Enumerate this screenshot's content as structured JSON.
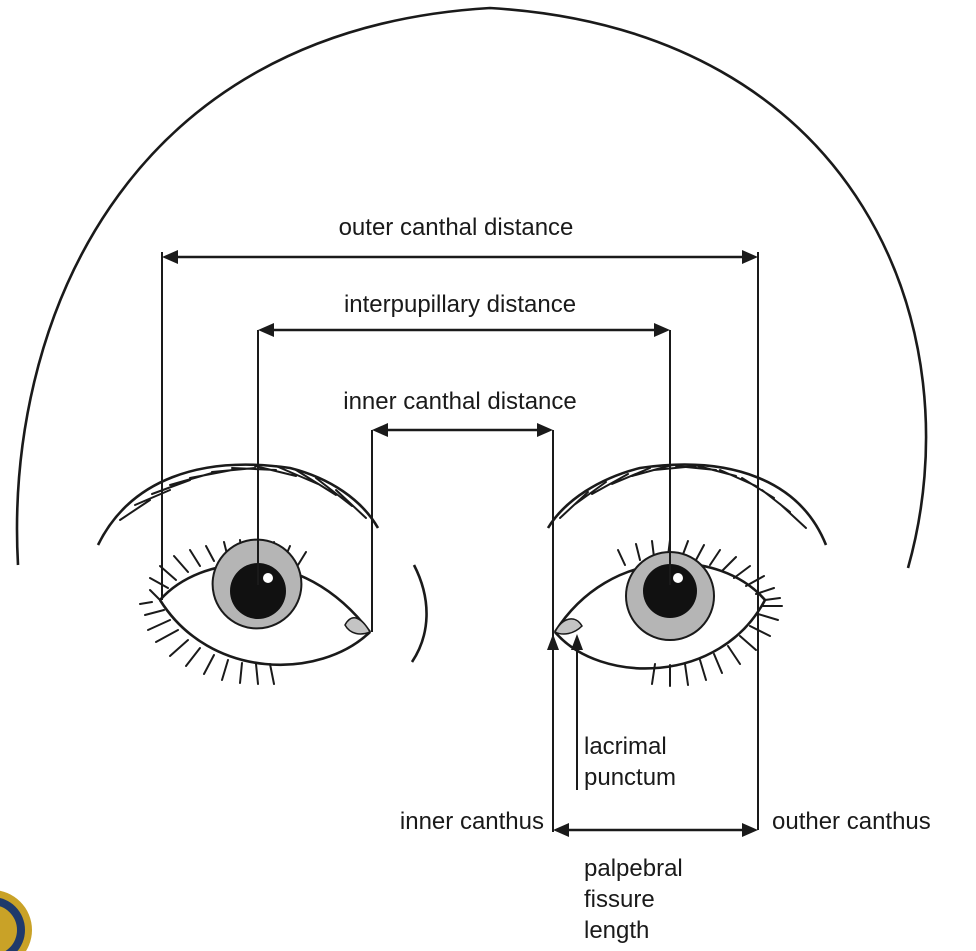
{
  "labels": {
    "outer_canthal_distance": "outer canthal distance",
    "interpupillary_distance": "interpupillary distance",
    "inner_canthal_distance": "inner canthal distance",
    "lacrimal_punctum_line1": "lacrimal",
    "lacrimal_punctum_line2": "punctum",
    "inner_canthus": "inner canthus",
    "outer_canthus": "outher canthus",
    "palpebral_line1": "palpebral",
    "palpebral_line2": "fissure",
    "palpebral_line3": "length"
  },
  "colors": {
    "ink": "#1a1a1a",
    "iris": "#b5b5b5",
    "pupil": "#111111",
    "caruncle": "#c4c4c4",
    "seal_gold": "#c9a227",
    "seal_blue": "#1f3a6b"
  }
}
